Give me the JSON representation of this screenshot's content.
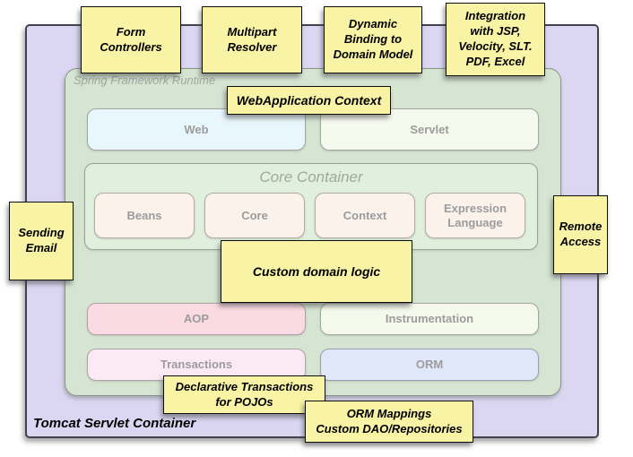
{
  "diagram": {
    "outer_container": {
      "label": "Tomcat Servlet Container"
    },
    "runtime_container": {
      "label": "Spring Framework Runtime"
    },
    "core_container": {
      "title": "Core Container"
    },
    "modules": {
      "web": {
        "label": "Web"
      },
      "servlet": {
        "label": "Servlet"
      },
      "beans": {
        "label": "Beans"
      },
      "core": {
        "label": "Core"
      },
      "context": {
        "label": "Context"
      },
      "expression_language": {
        "label": "Expression\nLanguage"
      },
      "aop": {
        "label": "AOP"
      },
      "instrumentation": {
        "label": "Instrumentation"
      },
      "transactions": {
        "label": "Transactions"
      },
      "orm": {
        "label": "ORM"
      }
    },
    "notes": {
      "form_controllers": {
        "label": "Form\nControllers"
      },
      "multipart_resolver": {
        "label": "Multipart\nResolver"
      },
      "dynamic_binding": {
        "label": "Dynamic\nBinding to\nDomain Model"
      },
      "integration": {
        "label": "Integration\nwith JSP,\nVelocity, SLT.\nPDF, Excel"
      },
      "webapplication_context": {
        "label": "WebApplication Context"
      },
      "sending_email": {
        "label": "Sending\nEmail"
      },
      "remote_access": {
        "label": "Remote\nAccess"
      },
      "custom_domain_logic": {
        "label": "Custom domain logic"
      },
      "declarative_transactions": {
        "label": "Declarative Transactions\nfor POJOs"
      },
      "orm_mappings": {
        "label": "ORM Mappings\nCustom DAO/Repositories"
      }
    },
    "colors": {
      "note_fill": "#f9f3a5",
      "outer_fill": "#dbd6f2",
      "runtime_fill": "#d6e5d2",
      "core_container_fill": "#e0f0dc",
      "web_fill": "#e8f7fb",
      "servlet_fill": "#f6faee",
      "beans_core_context_fill": "#fcf2ec",
      "aop_fill": "#fadbe3",
      "instrumentation_fill": "#f4f9ec",
      "transactions_fill": "#fbeaf4",
      "orm_fill": "#e0e7f8",
      "label_gray": "#9c9c9c"
    }
  }
}
